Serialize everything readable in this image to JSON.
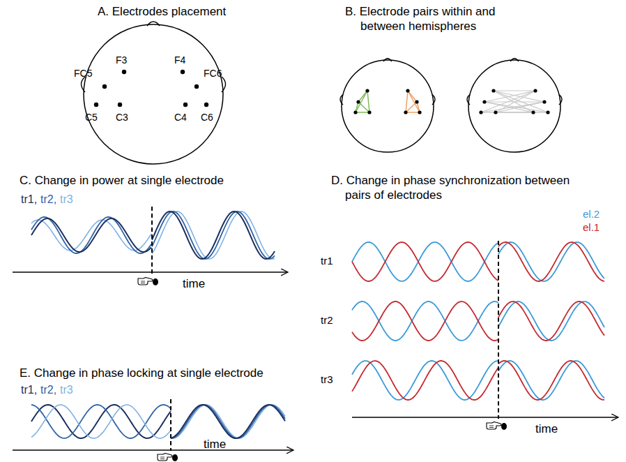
{
  "diagram": {
    "labels": [
      "A. Electrodes placement",
      "B. Electrode pairs within and between hemispheres",
      "F3",
      "F4",
      "FC5",
      "FC6",
      "C5",
      "C3",
      "C4",
      "C6",
      "C. Change in power at single electrode",
      "tr1,",
      "tr2,",
      "tr3",
      "time",
      "D. Change in phase synchronization between pairs of electrodes",
      "el.2",
      "el.1",
      "tr1",
      "tr2",
      "tr3",
      "time",
      "E. Change in phase locking at single electrode",
      "tr1,",
      "tr2,",
      "tr3",
      "time"
    ]
  }
}
